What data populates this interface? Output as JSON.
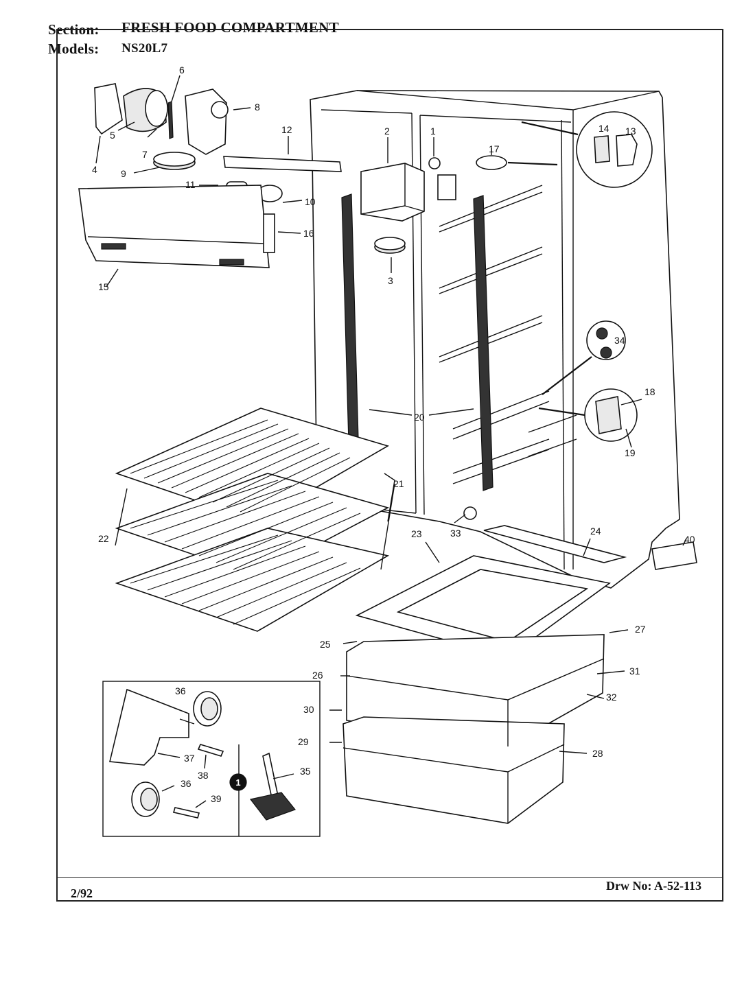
{
  "header": {
    "section_label": "Section:",
    "section_value": "FRESH FOOD COMPARTMENT",
    "models_label": "Models:",
    "models_value": "NS20L7"
  },
  "footer": {
    "date": "2/92",
    "drawing_number": "Drw No: A-52-113"
  },
  "note_marker": "1",
  "callouts": [
    "1",
    "2",
    "3",
    "4",
    "5",
    "6",
    "7",
    "8",
    "9",
    "10",
    "11",
    "12",
    "13",
    "14",
    "15",
    "16",
    "17",
    "18",
    "19",
    "20",
    "21",
    "22",
    "23",
    "24",
    "25",
    "26",
    "27",
    "28",
    "29",
    "30",
    "31",
    "32",
    "33",
    "34",
    "35",
    "36",
    "36",
    "37",
    "38",
    "39",
    "40"
  ]
}
